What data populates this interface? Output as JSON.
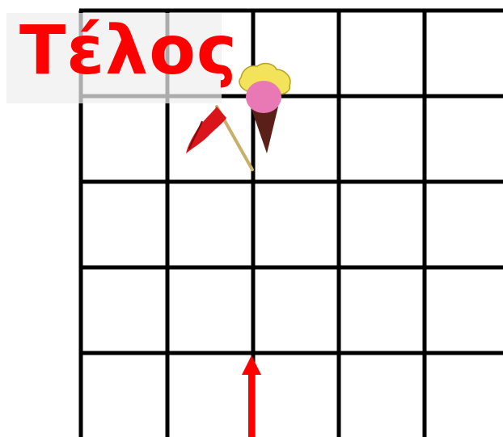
{
  "end_label": {
    "text": "Τέλος",
    "color": "#ff0000"
  },
  "grid": {
    "columns": 5,
    "rows": 5,
    "line_color": "#000000"
  },
  "sprites": {
    "flag": {
      "icon": "red-flag-icon",
      "color": "#d9141b",
      "pole_color": "#c8b06a"
    },
    "ice_cream": {
      "icon": "ice-cream-cone-icon",
      "scoop_color": "#e879b4",
      "topping_color": "#f2e35a",
      "cone_color": "#5b1f1a"
    }
  },
  "path_arrow": {
    "icon": "up-arrow-icon",
    "color": "#ff0000"
  }
}
